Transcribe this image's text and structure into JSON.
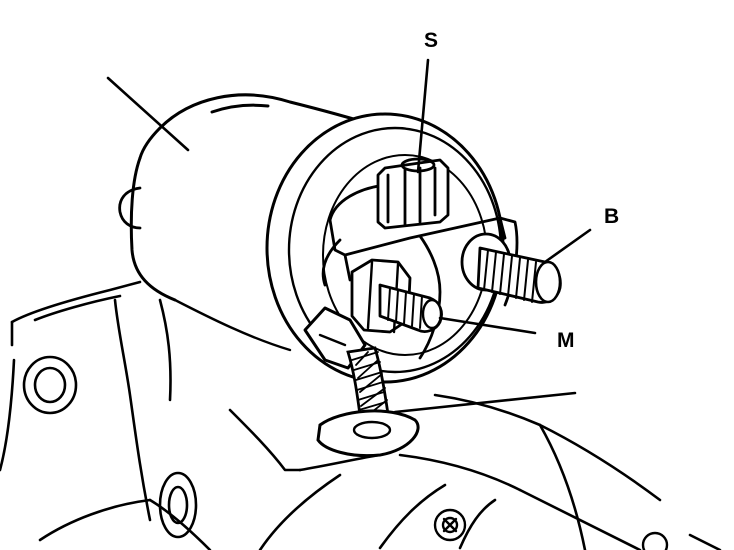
{
  "diagram": {
    "labels": {
      "s": "S",
      "b": "B",
      "m": "M"
    },
    "colors": {
      "ink": "#000000",
      "paper": "#ffffff"
    }
  }
}
